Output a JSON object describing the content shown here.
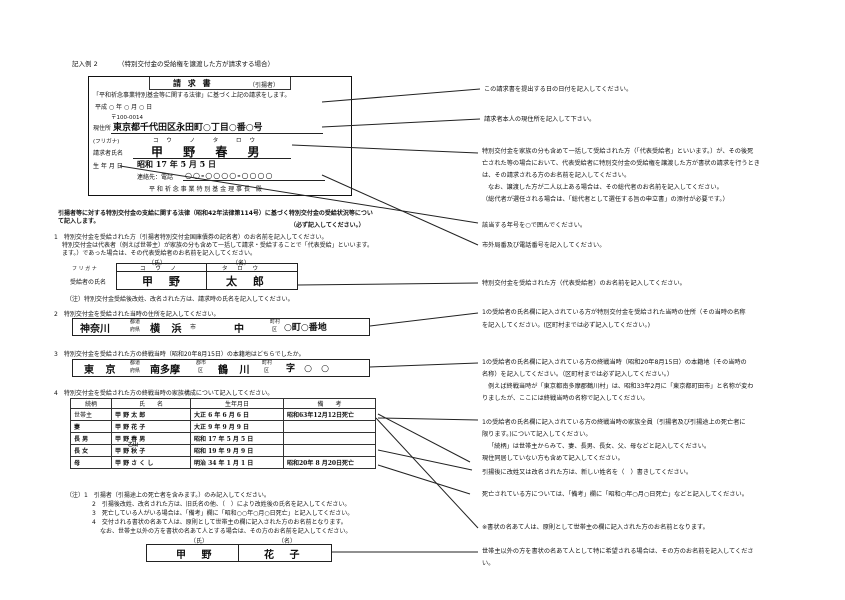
{
  "example_header": {
    "label": "記入例 2",
    "title": "（特別交付金の受給権を譲渡した方が請求する場合）"
  },
  "claim_form": {
    "title": "請 求 書",
    "title_sub": "（引揚者）",
    "law_line": "「平和祈念事業特別基金等に関する法律」に基づく上記の請求をします。",
    "date_label": "平成 ○ 年 ○ 月 ○ 日",
    "postal": "〒100-0014",
    "address_label": "現住所",
    "address_value": "東京都千代田区永田町○丁目○番○号",
    "furigana_label": "(フリガナ)",
    "furigana_value": "コウ ノ タ ロウ",
    "name_label": "請求者氏名",
    "name_value": "甲 野 春 男",
    "birth_label": "生 年 月 日",
    "birth_value": "昭和 17 年 5 月 5 日",
    "contact_label": "連絡先：電話",
    "contact_value": "○○-○○○○-○○○○",
    "recipient": "平 和 祈 念 事 業 特 別 基 金 理 事 長　殿"
  },
  "declaration": {
    "heading": "引揚者等に対する特別交付金の支給に関する法律（昭和42年法律第114号）に基づく特別交付金の受給状況等について記入します。",
    "heading_note": "（必ず記入してください。）"
  },
  "section1": {
    "line1": "1　特別交付金を受給された方（引揚者特別交付金国庫債券の記名者）のお名前を記入してください。",
    "line2": "特別交付金は代表者（例えば世帯主）が家族の分も含めて一括して請求・受給することで「代表受給」といいます。",
    "line3": "ます。）であった場合は、その代表受給者のお名前を記入してください。",
    "col_family": "（氏）",
    "col_given": "（名）",
    "furigana_label": "フ リ ガ ナ",
    "furigana_family": "コ ウ ノ",
    "furigana_given": "タ ロ ウ",
    "label": "受給者の氏名",
    "family": "甲 野",
    "given": "太 郎",
    "note": "（注）特別交付金受給後改姓、改名された方は、請求時の氏名を記入してください。"
  },
  "section2": {
    "line1": "2　特別交付金を受給された当時の住所を記入してください。",
    "pref": "神奈川",
    "pref_suffix_top": "都道",
    "pref_suffix_bottom": "府県",
    "city": "横 浜",
    "city_suffix": "市",
    "ward": "中",
    "ward_suffix_top": "町村",
    "ward_suffix_bottom": "区",
    "rest": "○町○番地"
  },
  "section3": {
    "line1": "3　特別交付金を受給された方の終戦当時（昭和20年8月15日）の本籍地はどちらでしたか。",
    "pref": "東 京",
    "pref_suffix_top": "都道",
    "pref_suffix_bottom": "府県",
    "county": "南多摩",
    "county_suffix_top": "郡市",
    "county_suffix_bottom": "区",
    "town": "鶴 川",
    "town_suffix_top": "町村",
    "town_suffix_bottom": "区",
    "rest": "字 ○ ○"
  },
  "section4": {
    "line1": "4　特別交付金を受給された方の終戦当時の家族構成について記入してください。",
    "headers": [
      "続柄",
      "氏　　名",
      "生年月日",
      "備　　考"
    ],
    "rows": [
      {
        "rel": "世帯主",
        "name": "甲 野 太 郎",
        "birth": "大正 6 年 6 月 6 日",
        "note": "昭和63年12月12日死亡"
      },
      {
        "rel": "妻",
        "name": "甲 野 花 子",
        "birth": "大正 9 年 9 月 9 日",
        "note": ""
      },
      {
        "rel": "長 男",
        "name": "甲 野 春 男",
        "birth": "昭和 17 年 5 月 5 日",
        "note": ""
      },
      {
        "rel": "長 女",
        "name": "甲 野 秋 子",
        "birth": "昭和 19 年 9 月 9 日",
        "note": ""
      },
      {
        "rel": "母",
        "name": "甲 野 さ く し",
        "birth": "明治 34 年 1 月 1 日",
        "note": "昭和20年 8 月20日死亡"
      }
    ],
    "changed_surname": "乙山",
    "notes": [
      "（注）1　引揚者（引揚途上の死亡者を含みます。）のみ記入してください。",
      "2　引揚後改姓、改名された方は、旧氏名の他、（　）により改姓後の氏名を記入してください。",
      "3　死亡している人がいる場合は、「備考」欄に「昭和○○年○月○日死亡」と記入してください。",
      "4　交付される書状の名あて人は、原則として世帯主の欄に記入された方のお名前となります。",
      "なお、世帯主以外の方を書状の名あて人とする場合は、その方のお名前を記入してください。"
    ]
  },
  "bottom_name": {
    "col_family": "（氏）",
    "col_given": "（名）",
    "family": "甲 野",
    "given": "花 子"
  },
  "instructions": [
    "この請求書を提出する日の日付を記入してください。",
    "請求者本人の現住所を記入して下さい。",
    "特別交付金を家族の分も含めて一括して受給された方（「代表受給者」といいます。）が、その後死",
    "亡された等の場合において、代表受給者に特別交付金の受給権を譲渡した方が書状の請求を行うとき",
    "は、その請求される方のお名前を記入してください。",
    "なお、譲渡した方が二人以上ある場合は、その総代者のお名前を記入してください。",
    "（総代者が選任される場合は、「総代者として選任する旨の申立書」の添付が必要です。）",
    "該当する年号を○で囲んでください。",
    "市外局番及び電話番号を記入してください。",
    "特別交付金を受給された方（代表受給者）のお名前を記入してください。",
    "1の受給者の氏名欄に記入されている方が特別交付金を受給された当時の住所（その当時の名称",
    "を記入してください。(区町村までは必ず記入してください。)",
    "1の受給者の氏名欄に記入されている方の終戦当時（昭和20年8月15日）の本籍地（その当時の",
    "名称）を記入してください。（区町村までは必ず記入してください。）",
    "例えば終戦当時が「東京都南多摩郡鶴川村」は、昭和33年2月に「東京都町田市」と名称が変わ",
    "りましたが、ここには終戦当時の名称で記入してください。",
    "1の受給者の氏名欄に記入されている方の終戦当時の家族全員（引揚者及び引揚途上の死亡者に",
    "限ります。)について記入してください。",
    "「続柄」は世帯主からみて、妻、長男、長女、父、母などと記入してください。",
    "現住同居していない方も含めて記入してください。",
    "引揚後に改姓又は改名された方は、新しい姓名を（　）書きしてください。",
    "死亡されている方については、「備考」欄に「昭和○年○月○日死亡」などと記入してください。",
    "※書状の名あて人は、原則として世帯主の欄に記入された方のお名前となります。",
    "世帯主以外の方を書状の名あて人として特に希望される場合は、その方のお名前を記入してくださ",
    "い。"
  ]
}
